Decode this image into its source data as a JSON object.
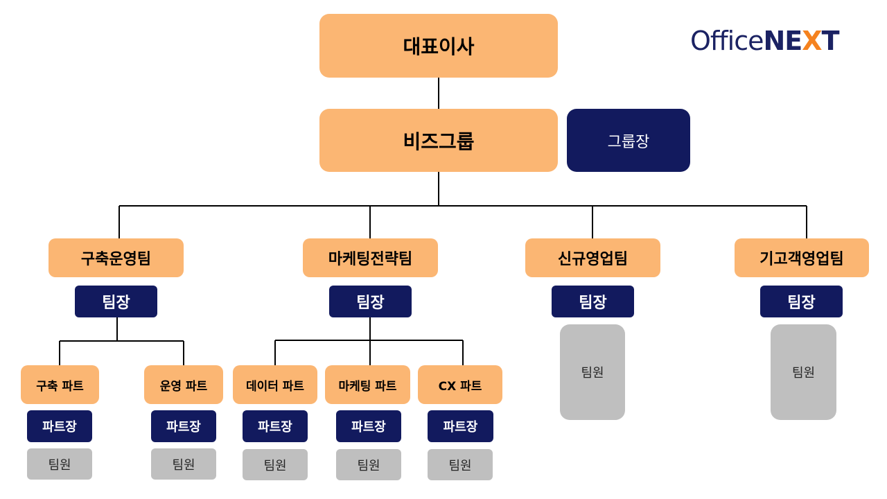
{
  "logo": {
    "part1": "Office",
    "part2": "NE",
    "part3": "X",
    "part4": "T"
  },
  "ceo": "대표이사",
  "biz_group": {
    "label": "비즈그룹",
    "head": "그룹장"
  },
  "teams": [
    {
      "name": "구축운영팀",
      "leader": "팀장",
      "parts": [
        {
          "name": "구축 파트",
          "leader": "파트장",
          "member": "팀원"
        },
        {
          "name": "운영 파트",
          "leader": "파트장",
          "member": "팀원"
        }
      ]
    },
    {
      "name": "마케팅전략팀",
      "leader": "팀장",
      "parts": [
        {
          "name": "데이터 파트",
          "leader": "파트장",
          "member": "팀원"
        },
        {
          "name": "마케팅 파트",
          "leader": "파트장",
          "member": "팀원"
        },
        {
          "name": "CX 파트",
          "leader": "파트장",
          "member": "팀원"
        }
      ]
    },
    {
      "name": "신규영업팀",
      "leader": "팀장",
      "member": "팀원"
    },
    {
      "name": "기고객영업팀",
      "leader": "팀장",
      "member": "팀원"
    }
  ],
  "colors": {
    "orange": "#FBB673",
    "navy": "#121A5E",
    "gray": "#BFBFBF",
    "logo_navy": "#1B2263",
    "logo_orange": "#F5821F"
  }
}
